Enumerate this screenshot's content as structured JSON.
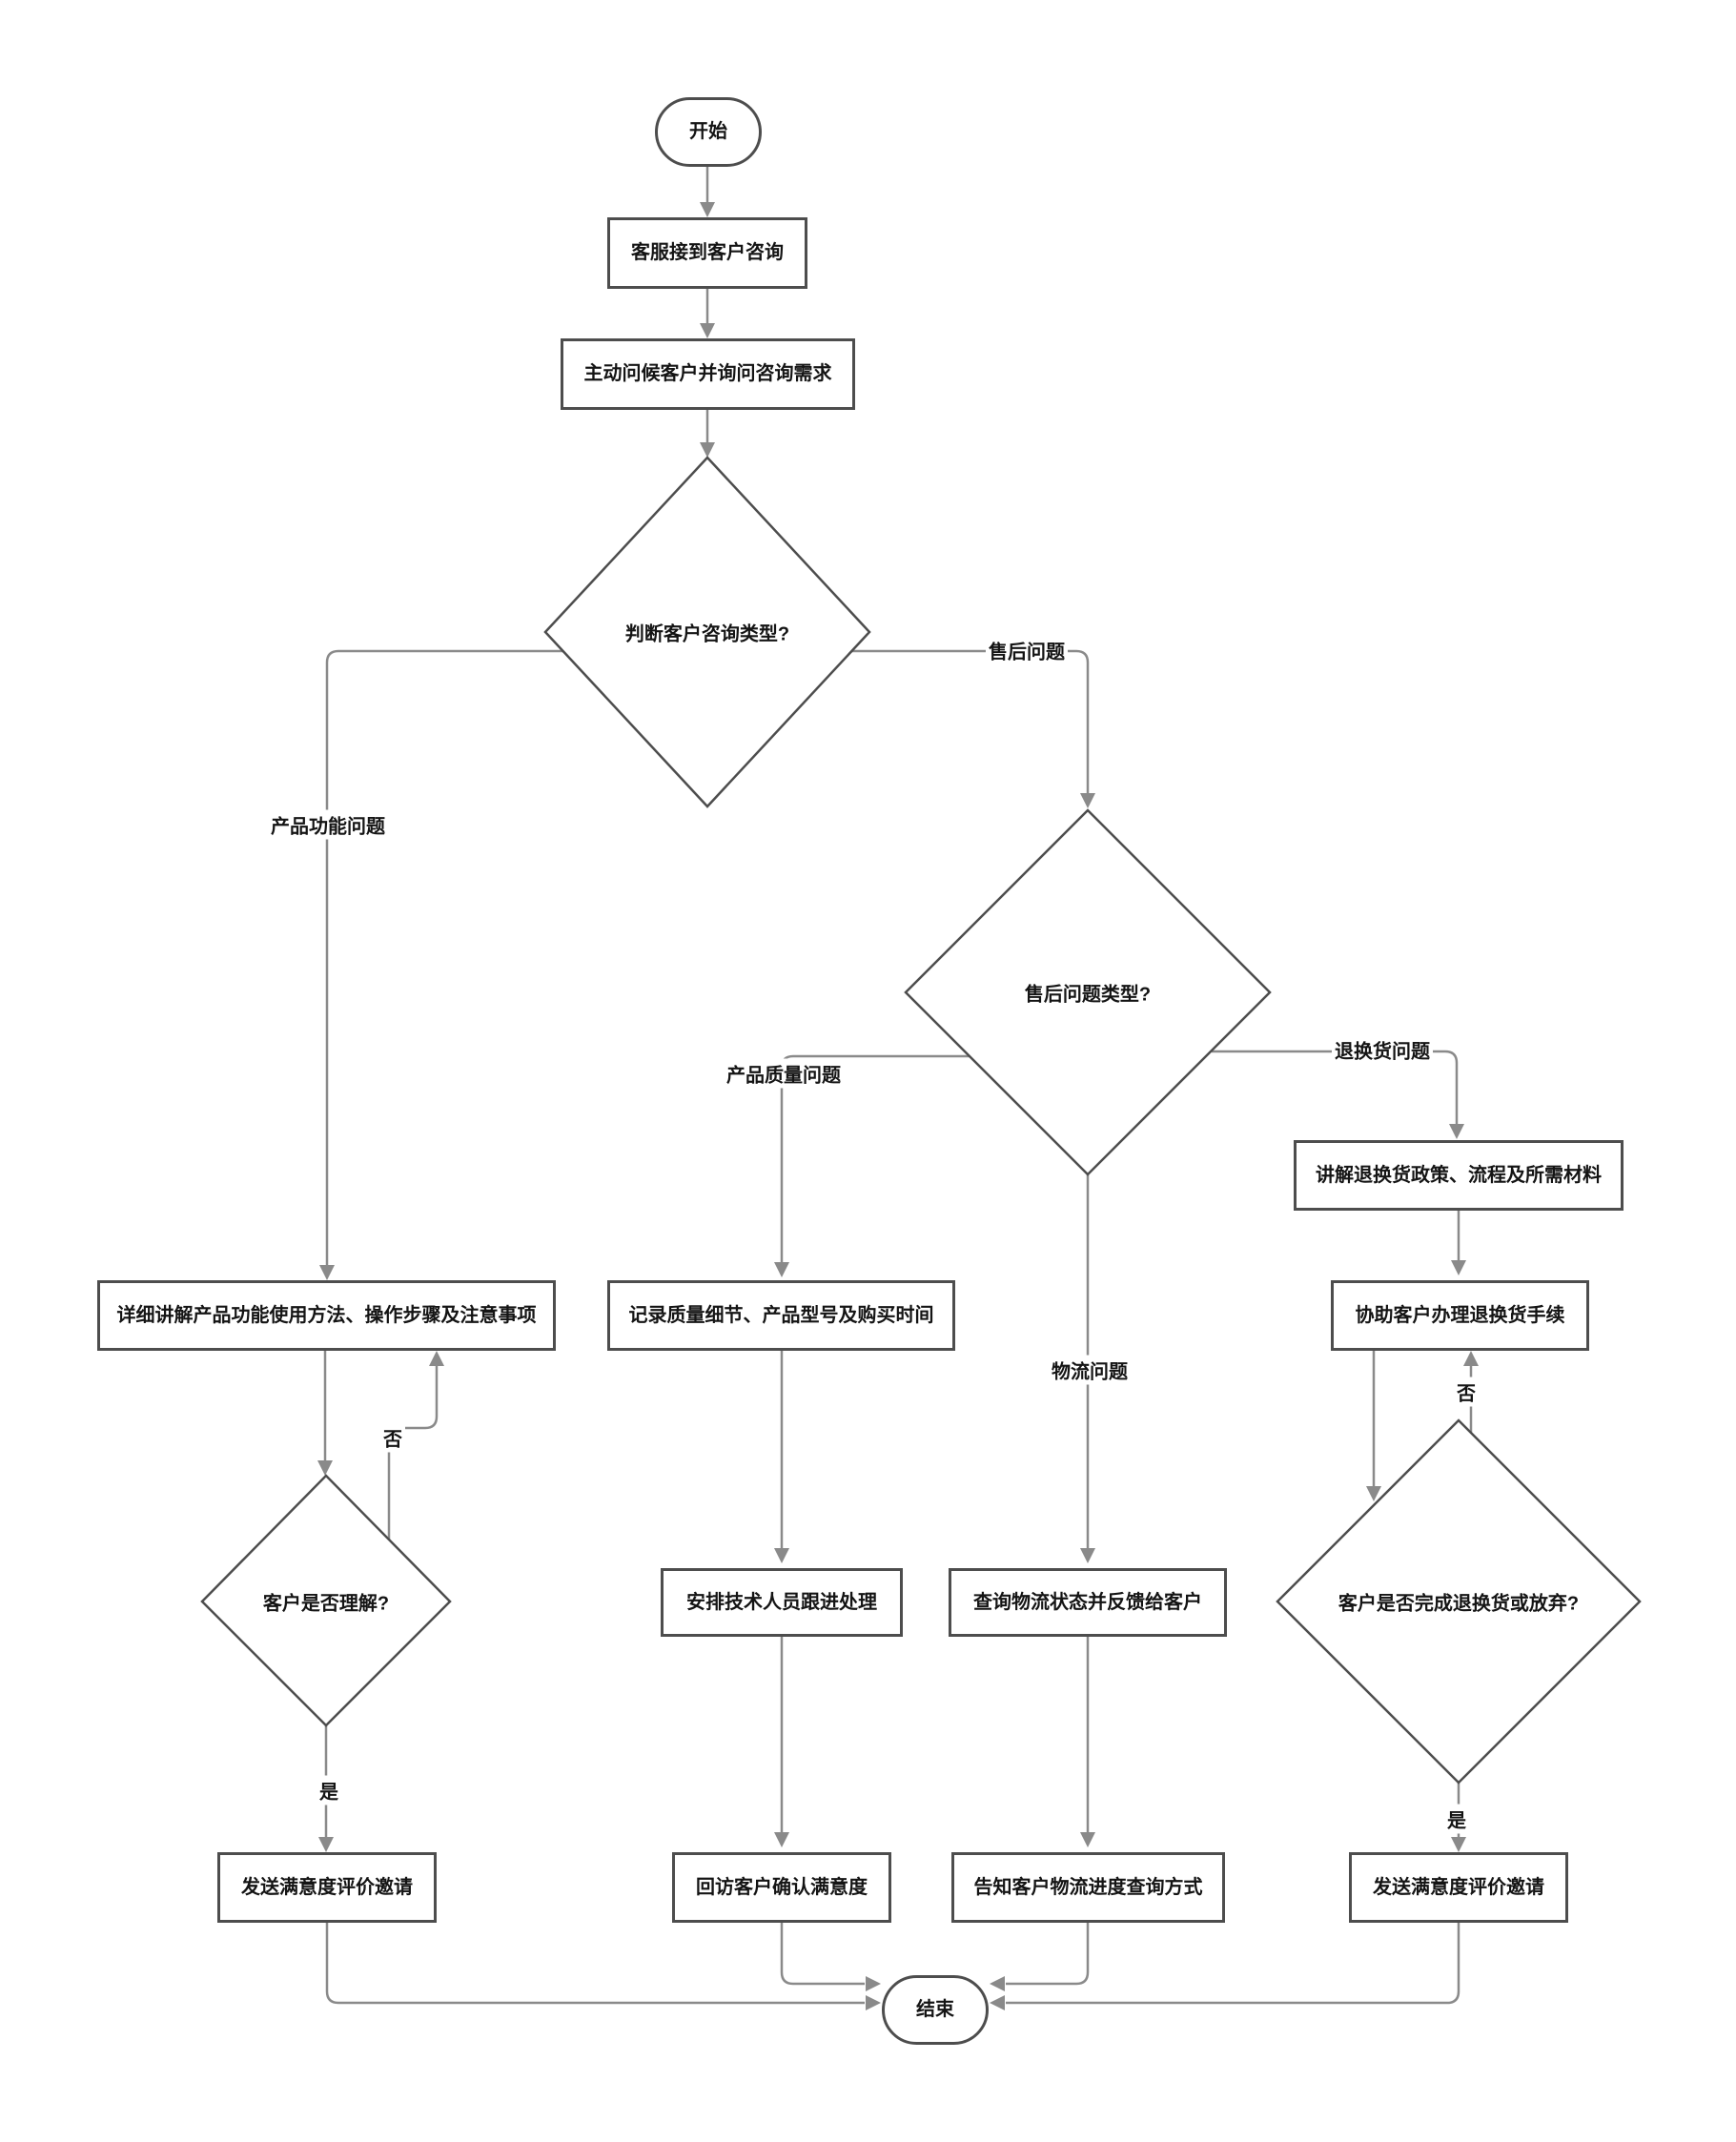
{
  "flowchart": {
    "nodes": {
      "start": "开始",
      "receive_inquiry": "客服接到客户咨询",
      "greet_customer": "主动问候客户并询问咨询需求",
      "judge_inquiry_type": "判断客户咨询类型?",
      "explain_product_usage": "详细讲解产品功能使用方法、操作步骤及注意事项",
      "customer_understands": "客户是否理解?",
      "send_satisfaction_invite_left": "发送满意度评价邀请",
      "aftersales_type": "售后问题类型?",
      "record_quality_details": "记录质量细节、产品型号及购买时间",
      "assign_technician": "安排技术人员跟进处理",
      "follow_up_visit": "回访客户确认满意度",
      "check_logistics": "查询物流状态并反馈给客户",
      "inform_logistics_tracking": "告知客户物流进度查询方式",
      "explain_return_policy": "讲解退换货政策、流程及所需材料",
      "assist_return_process": "协助客户办理退换货手续",
      "return_done_or_abandoned": "客户是否完成退换货或放弃?",
      "send_satisfaction_invite_right": "发送满意度评价邀请",
      "end": "结束"
    },
    "edge_labels": {
      "product_function_issue": "产品功能问题",
      "aftersales_issue": "售后问题",
      "product_quality_issue": "产品质量问题",
      "return_exchange_issue": "退换货问题",
      "logistics_issue": "物流问题",
      "understand_no": "否",
      "understand_yes": "是",
      "return_no": "否",
      "return_yes": "是"
    },
    "colors": {
      "node_border": "#4d4d4d",
      "connector": "#8a8a8a",
      "text": "#141414",
      "background": "#ffffff"
    }
  }
}
